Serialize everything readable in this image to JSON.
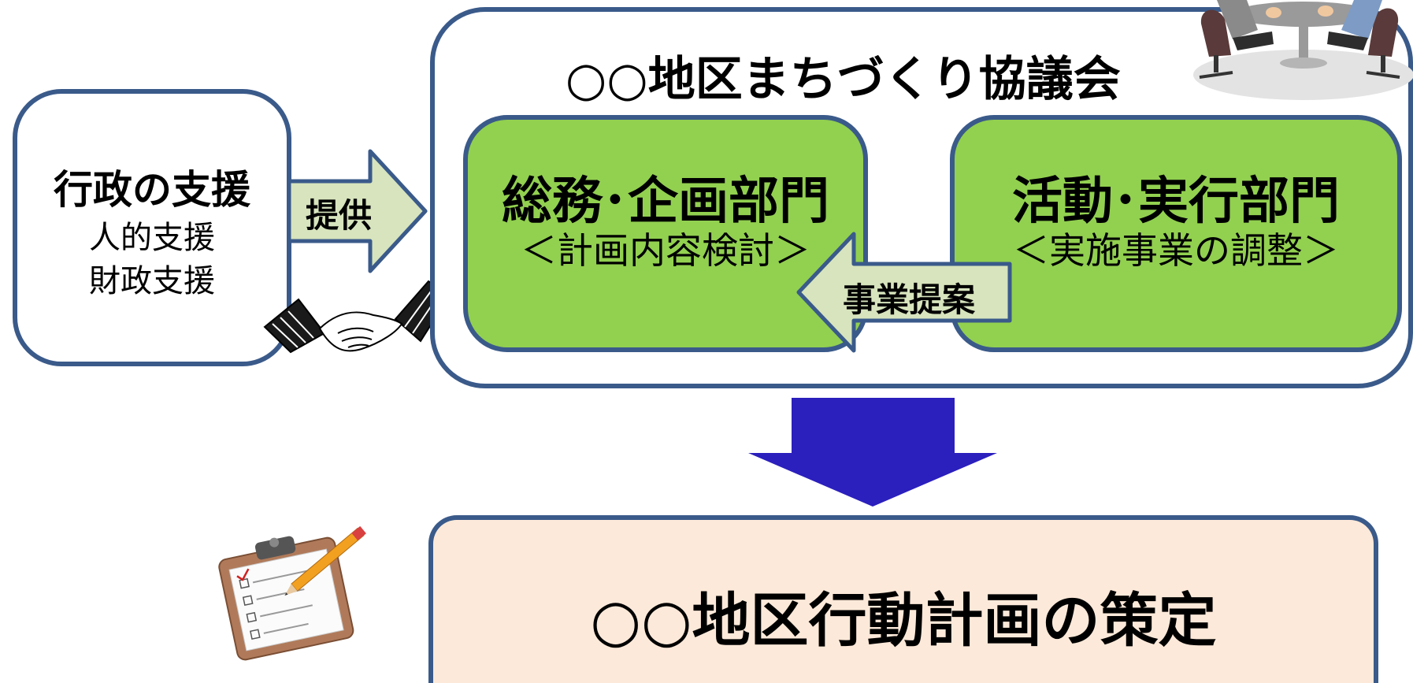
{
  "support": {
    "title": "行政の支援",
    "line1": "人的支援",
    "line2": "財政支援"
  },
  "provide_arrow": {
    "label": "提供"
  },
  "council": {
    "title": "○○地区まちづくり協議会"
  },
  "dept_admin": {
    "title": "総務･企画部門",
    "subtitle": "＜計画内容検討＞"
  },
  "dept_activity": {
    "title": "活動･実行部門",
    "subtitle": "＜実施事業の調整＞"
  },
  "proposal_arrow": {
    "label": "事業提案"
  },
  "result": {
    "title": "○○地区行動計画の策定"
  },
  "colors": {
    "border": "#3a5a8a",
    "dept_fill": "#92d050",
    "arrow_fill": "#d7e4bd",
    "down_arrow": "#2b1fbd",
    "result_fill": "#fde9d9"
  },
  "icons": [
    "handshake-icon",
    "meeting-icon",
    "clipboard-icon"
  ]
}
